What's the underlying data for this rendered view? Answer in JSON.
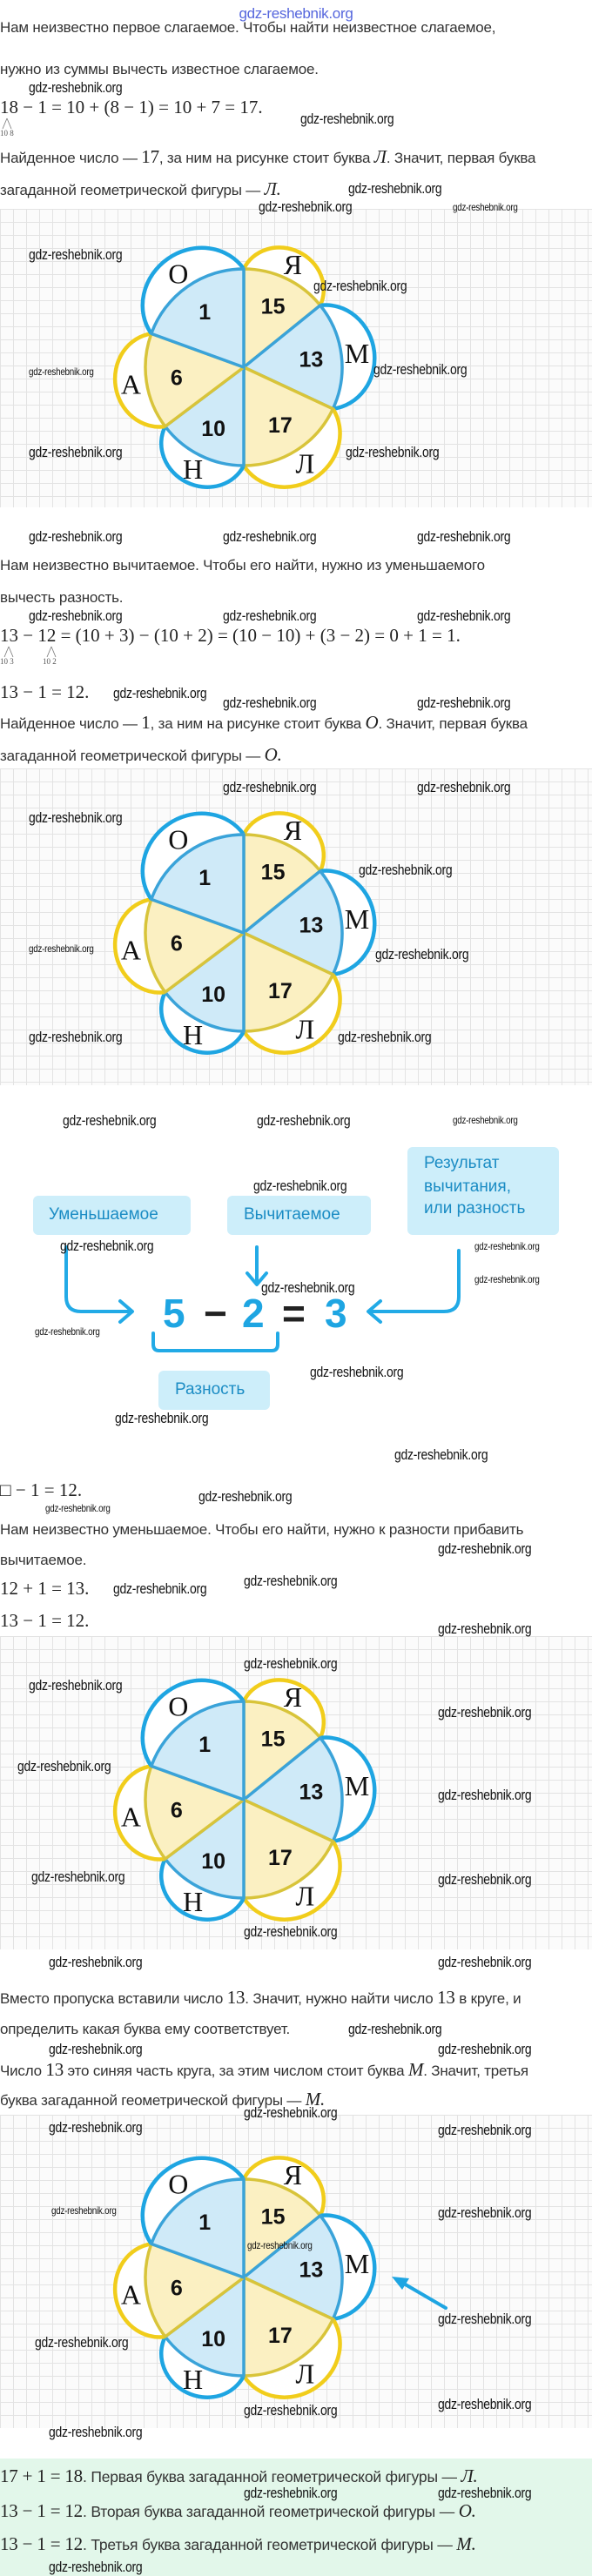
{
  "header": {
    "logo": "gdz-reshebnik.org"
  },
  "watermark": "gdz-reshebnik.org",
  "colors": {
    "blue": "#1ea5e2",
    "yellow": "#f1cd1b",
    "blue_fill": "#cfeaf8",
    "yellow_fill": "#fbf0c2",
    "scheme_box": "#cdeefa",
    "answer_bg": "#e2f7ea"
  },
  "flower": {
    "sectors": [
      {
        "number": "15",
        "letter": "Я",
        "color": "yellow"
      },
      {
        "number": "13",
        "letter": "М",
        "color": "blue"
      },
      {
        "number": "17",
        "letter": "Л",
        "color": "yellow"
      },
      {
        "number": "10",
        "letter": "Н",
        "color": "blue"
      },
      {
        "number": "6",
        "letter": "А",
        "color": "yellow"
      },
      {
        "number": "1",
        "letter": "О",
        "color": "blue"
      }
    ]
  },
  "section1": {
    "l1": [
      {
        "t": "Нам неизвестно первое слагаемое. Чтобы найти неизвестное слагаемое,"
      }
    ],
    "l2": [
      {
        "t": "нужно из суммы вычесть известное слагаемое."
      }
    ],
    "equation": "18 − 1 = 10 + (8 − 1) = 10 + 7 = 17.",
    "decomp": [
      "10 8"
    ],
    "l3": [
      {
        "t": "Найденное число — "
      },
      {
        "t": "17",
        "m": true
      },
      {
        "t": ", за ним на рисунке стоит буква "
      },
      {
        "t": "Л",
        "m": true,
        "i": true
      },
      {
        "t": ". Значит, первая буква"
      }
    ],
    "l4": [
      {
        "t": "загаданной геометрической фигуры — "
      },
      {
        "t": "Л.",
        "m": true,
        "i": true
      }
    ]
  },
  "section2": {
    "l1": [
      {
        "t": "Нам неизвестно вычитаемое. Чтобы его найти, нужно из уменьшаемого"
      }
    ],
    "l2": [
      {
        "t": "вычесть разность."
      }
    ],
    "equation": "13 − 12 = (10 + 3) − (10 + 2) = (10 − 10) + (3 − 2) = 0 + 1 = 1.",
    "decomp": [
      "10 3",
      "10 2"
    ],
    "check": "13 − 1 = 12.",
    "l3": [
      {
        "t": "Найденное число — "
      },
      {
        "t": "1",
        "m": true
      },
      {
        "t": ", за ним на рисунке стоит буква "
      },
      {
        "t": "О",
        "m": true,
        "i": true
      },
      {
        "t": ". Значит, первая буква"
      }
    ],
    "l4": [
      {
        "t": "загаданной геометрической фигуры — "
      },
      {
        "t": "О.",
        "m": true,
        "i": true
      }
    ]
  },
  "scheme": {
    "minuend": "Уменьшаемое",
    "subtrahend": "Вычитаемое",
    "result": [
      "Результат",
      "вычитания,",
      "или разность"
    ],
    "difference": "Разность",
    "equation": [
      "5",
      "−",
      "2",
      "=",
      "3"
    ]
  },
  "section3": {
    "problem": "□ − 1 = 12.",
    "l1": [
      {
        "t": "Нам неизвестно уменьшаемое. Чтобы его найти, нужно к разности прибавить"
      }
    ],
    "l2": [
      {
        "t": "вычитаемое."
      }
    ],
    "eq1": "12 + 1 = 13.",
    "eq2": "13 − 1 = 12."
  },
  "section4": {
    "l1": [
      {
        "t": "Вместо пропуска вставили число "
      },
      {
        "t": "13",
        "m": true
      },
      {
        "t": ". Значит, нужно найти число "
      },
      {
        "t": "13",
        "m": true
      },
      {
        "t": " в круге, и"
      }
    ],
    "l2": [
      {
        "t": "определить какая буква ему соответствует."
      }
    ],
    "l3": [
      {
        "t": "Число "
      },
      {
        "t": "13",
        "m": true
      },
      {
        "t": " это синяя часть круга, за этим числом стоит буква "
      },
      {
        "t": "М",
        "m": true,
        "i": true
      },
      {
        "t": ". Значит, третья"
      }
    ],
    "l4": [
      {
        "t": "буква загаданной геометрической фигуры — "
      },
      {
        "t": "М.",
        "m": true,
        "i": true
      }
    ]
  },
  "answer": {
    "l1": [
      {
        "t": "17 + 1 = 18",
        "m": true
      },
      {
        "t": ". Первая буква загаданной геометрической фигуры — "
      },
      {
        "t": "Л.",
        "m": true,
        "i": true
      }
    ],
    "l2": [
      {
        "t": "13 − 1 = 12",
        "m": true
      },
      {
        "t": ". Вторая буква загаданной геометрической фигуры — "
      },
      {
        "t": "О.",
        "m": true,
        "i": true
      }
    ],
    "l3": [
      {
        "t": "13 − 1 = 12",
        "m": true
      },
      {
        "t": ". Третья буква загаданной геометрической фигуры — "
      },
      {
        "t": "М.",
        "m": true,
        "i": true
      }
    ]
  }
}
